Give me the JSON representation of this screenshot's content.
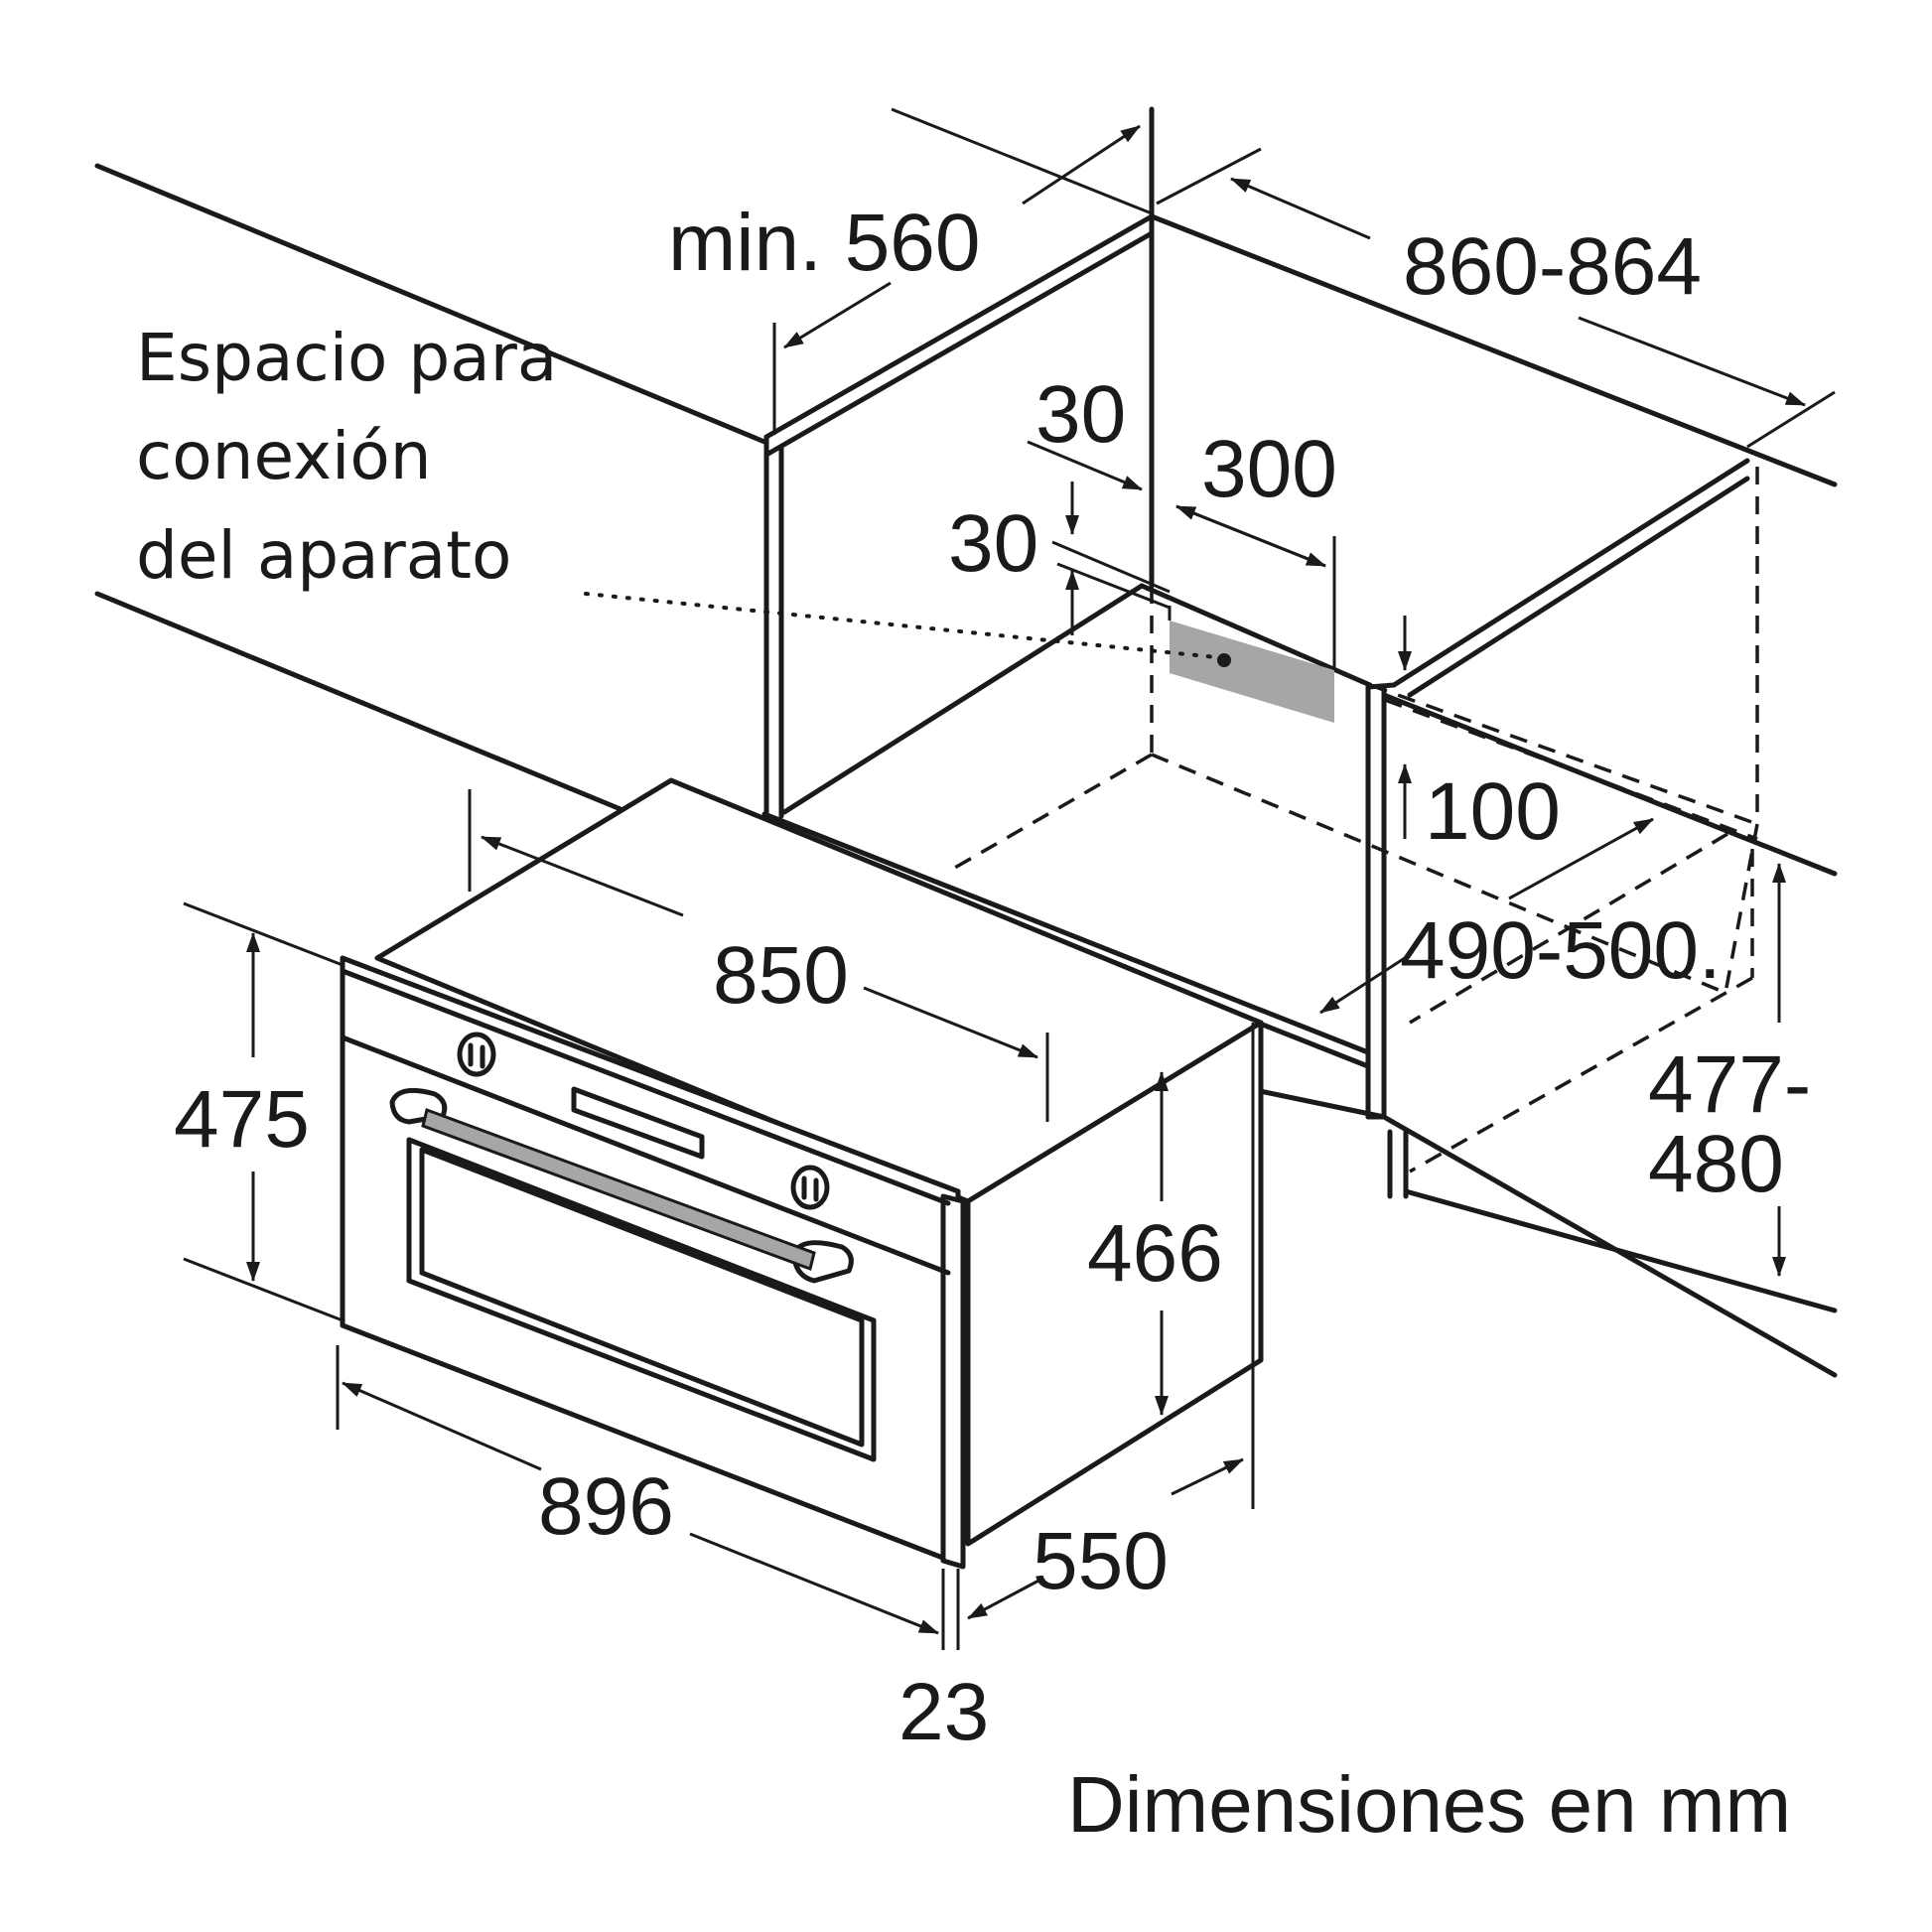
{
  "labels": {
    "min_depth": "min. 560",
    "niche_width": "860-864",
    "connection_space_line1": "Espacio para",
    "connection_space_line2": "conexión",
    "connection_space_line3": "del aparato",
    "offset_top_a": "30",
    "offset_top_b": "30",
    "connection_width": "300",
    "connection_height": "100",
    "niche_depth": "490-500.",
    "niche_height_line1": "477-",
    "niche_height_line2": "480",
    "body_width": "850",
    "front_height": "475",
    "body_height": "466",
    "front_width": "896",
    "body_depth": "550",
    "front_thickness": "23",
    "units_note": "Dimensiones en mm"
  },
  "colors": {
    "line": "#1a1a1a",
    "connection_box": "#a6a6a6",
    "background": "#ffffff"
  }
}
